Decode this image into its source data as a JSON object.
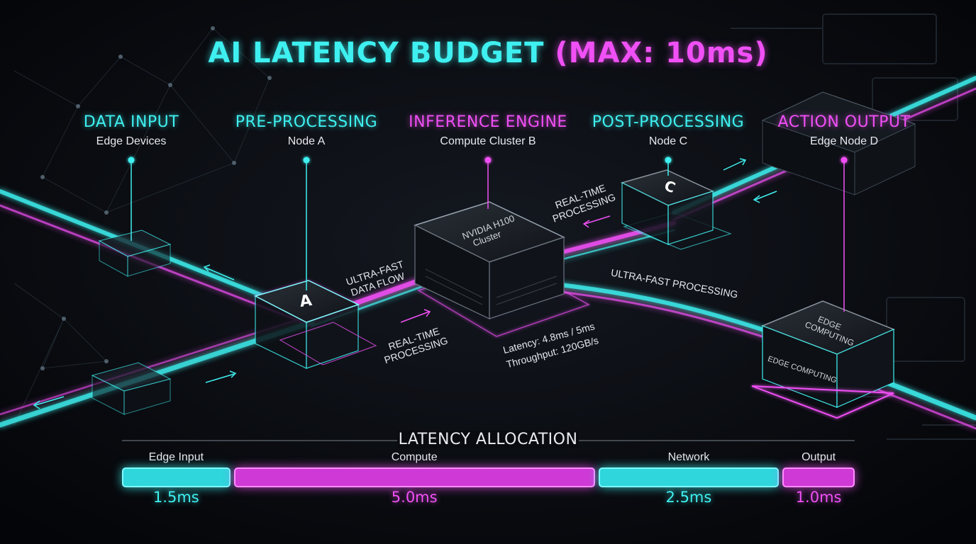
{
  "title": {
    "part1": "AI LATENCY BUDGET",
    "part2": "(MAX: 10ms)"
  },
  "stages": [
    {
      "name": "DATA INPUT",
      "sub": "Edge Devices",
      "color": "#3ff0f0"
    },
    {
      "name": "PRE-PROCESSING",
      "sub": "Node A",
      "color": "#3ff0f0"
    },
    {
      "name": "INFERENCE ENGINE",
      "sub": "Compute Cluster B",
      "color": "#f050f5"
    },
    {
      "name": "POST-PROCESSING",
      "sub": "Node C",
      "color": "#3ff0f0"
    },
    {
      "name": "ACTION OUTPUT",
      "sub": "Edge Node D",
      "color": "#f050f5"
    }
  ],
  "nodes": {
    "node_a_letter": "A",
    "node_c_letter": "C",
    "cluster_line1": "NVIDIA H100",
    "cluster_line2": "Cluster",
    "edge_top_line1": "EDGE",
    "edge_top_line2": "COMPUTING",
    "edge_side": "EDGE COMPUTING"
  },
  "annotations": {
    "ultra_fast_flow_1": "ULTRA-FAST",
    "ultra_fast_flow_2": "DATA FLOW",
    "realtime_left_1": "REAL-TIME",
    "realtime_left_2": "PROCESSING",
    "realtime_right_1": "REAL-TIME",
    "realtime_right_2": "PROCESSING",
    "ultra_fast_processing": "ULTRA-FAST PROCESSING",
    "latency_stat": "Latency: 4.8ms / 5ms",
    "throughput_stat": "Throughput: 120GB/s"
  },
  "allocation": {
    "title": "LATENCY ALLOCATION",
    "bars": [
      {
        "label": "Edge Input",
        "value": "1.5ms",
        "ms": 1.5,
        "color": "cyan"
      },
      {
        "label": "Compute",
        "value": "5.0ms",
        "ms": 5.0,
        "color": "magenta"
      },
      {
        "label": "Network",
        "value": "2.5ms",
        "ms": 2.5,
        "color": "cyan"
      },
      {
        "label": "Output",
        "value": "1.0ms",
        "ms": 1.0,
        "color": "magenta"
      }
    ]
  },
  "colors": {
    "cyan": "#3ff0f0",
    "magenta": "#f050f5",
    "background": "#07080d"
  }
}
